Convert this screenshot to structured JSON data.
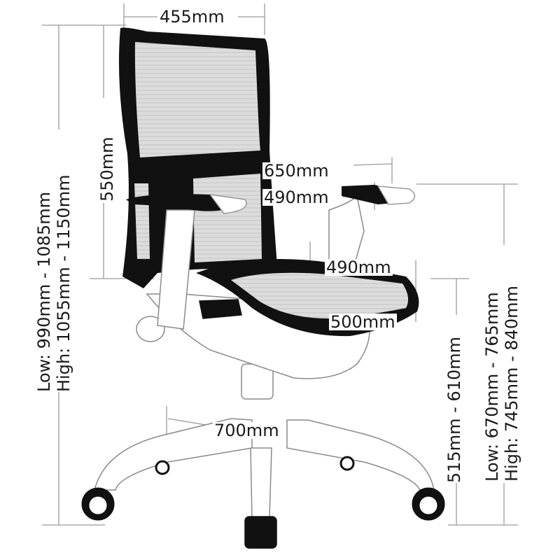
{
  "diagram": {
    "subject": "Office mesh chair dimension drawing",
    "colors": {
      "frame": "#111111",
      "mesh": "#d8d8d8",
      "outline": "#9a9a9a",
      "dim_line": "#9a9a9a",
      "text": "#1a1a1a"
    },
    "dimensions": {
      "backrest_width": "455mm",
      "backrest_height": "550mm",
      "armrest_outer_width": "650mm",
      "armrest_inner_width": "490mm",
      "seat_depth": "490mm",
      "seat_width": "500mm",
      "base_diameter": "700mm",
      "seat_height": "515mm - 610mm",
      "overall_height": {
        "low": "Low: 990mm - 1085mm",
        "high": "High: 1055mm - 1150mm"
      },
      "armrest_height": {
        "low": "Low: 670mm - 765mm",
        "high": "High: 745mm - 840mm"
      }
    }
  }
}
